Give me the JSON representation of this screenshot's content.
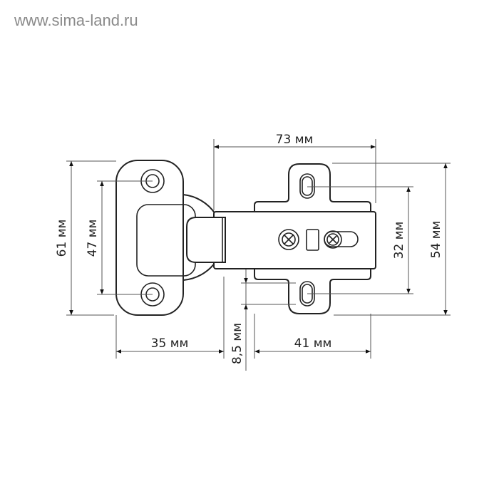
{
  "watermark": "www.sima-land.ru",
  "dimensions": {
    "width_total": "73 мм",
    "height_plate": "61 мм",
    "hole_spacing_plate": "47 мм",
    "slot_spacing": "32 мм",
    "height_mount": "54 мм",
    "plate_to_arm": "35 мм",
    "offset": "8,5 мм",
    "mount_width": "41 мм"
  }
}
